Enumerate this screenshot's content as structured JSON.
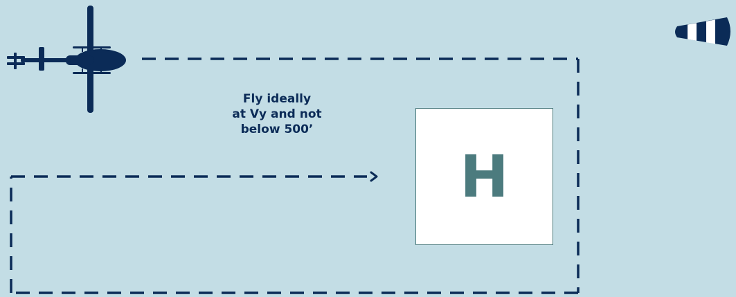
{
  "instruction": {
    "line1": "Fly ideally",
    "line2": "at Vy and not",
    "line3": "below 500’"
  },
  "helipad": {
    "letter": "H"
  },
  "icons": {
    "aircraft": "helicopter-icon",
    "wind_indicator": "windsock-icon",
    "direction": "arrow-right-icon"
  },
  "colors": {
    "background": "#c3dde5",
    "path": "#0b2b57",
    "helipad_fill": "#ffffff",
    "helipad_mark": "#4c7b7e"
  }
}
